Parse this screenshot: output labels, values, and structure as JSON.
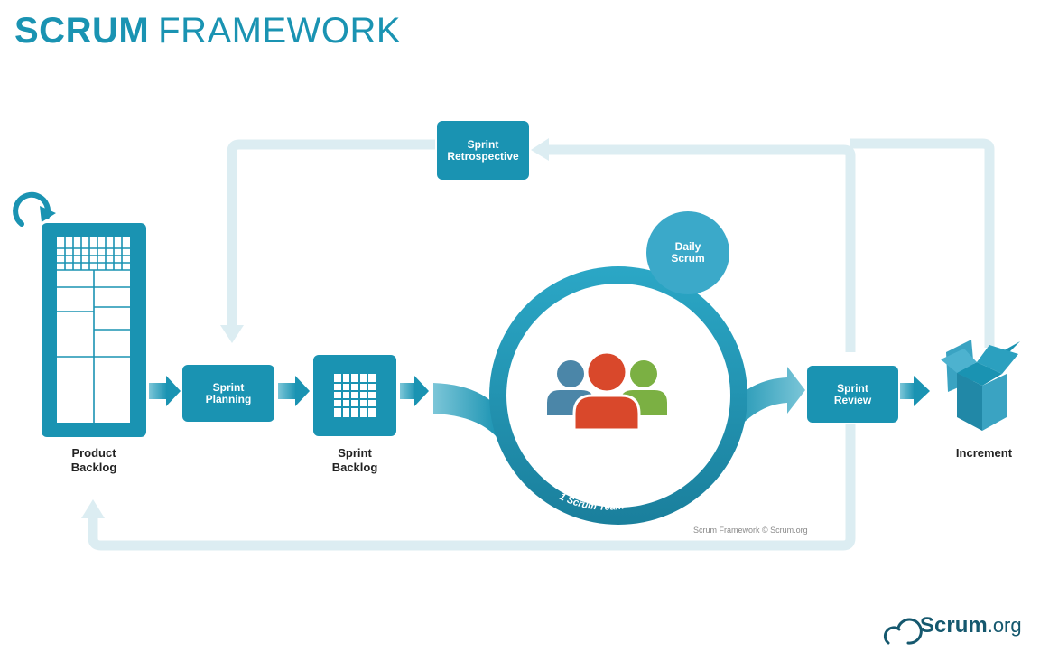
{
  "title": {
    "bold": "SCRUM",
    "light": "FRAMEWORK"
  },
  "nodes": {
    "sprint_retrospective": {
      "line1": "Sprint",
      "line2": "Retrospective"
    },
    "sprint_planning": {
      "line1": "Sprint",
      "line2": "Planning"
    },
    "sprint_review": {
      "line1": "Sprint",
      "line2": "Review"
    },
    "daily_scrum": {
      "line1": "Daily",
      "line2": "Scrum"
    },
    "scrum_team": "1 Scrum Team"
  },
  "labels": {
    "product_backlog": {
      "line1": "Product",
      "line2": "Backlog"
    },
    "sprint_backlog": {
      "line1": "Sprint",
      "line2": "Backlog"
    },
    "increment": "Increment"
  },
  "credit": "Scrum Framework © Scrum.org",
  "logo": {
    "strong": "Scrum",
    "thin": ".org"
  },
  "colors": {
    "primary": "#1a93b2",
    "dark": "#15586e",
    "light_flow": "#dcedf2",
    "team_blue": "#4b86a8",
    "team_red": "#d9482b",
    "team_green": "#7bb043"
  }
}
